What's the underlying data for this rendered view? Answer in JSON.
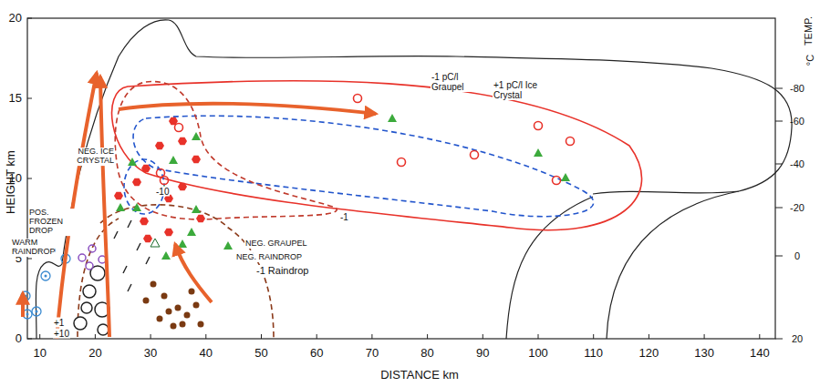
{
  "diagram": {
    "labels": [
      "HEIGHT km",
      "DISTANCE km",
      "TEMP.",
      "°C",
      "0",
      "5",
      "10",
      "15",
      "20",
      "10",
      "20",
      "30",
      "40",
      "50",
      "60",
      "70",
      "80",
      "90",
      "100",
      "110",
      "120",
      "130",
      "140",
      "-80",
      "-60",
      "-40",
      "-20",
      "0",
      "20",
      "NEG. ICE CRYSTAL",
      "POS. FROZEN DROP",
      "WARM RAINDROP",
      "NEG. GRAUPEL",
      "NEG. RAINDROP",
      "-1 Raindrop",
      "-1 pC/l Graupel",
      "+1 pC/l Ice Crystal",
      "-10",
      "-1",
      "+1",
      "+10"
    ]
  }
}
